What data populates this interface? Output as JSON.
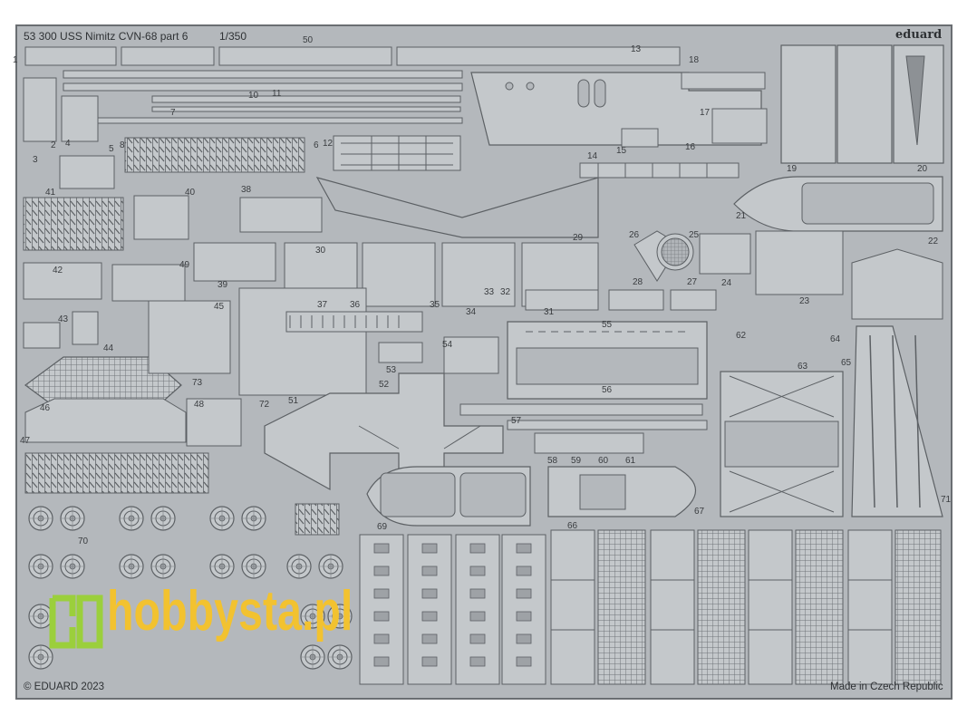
{
  "header": {
    "title": "53 300 USS Nimitz CVN-68 part 6",
    "scale": "1/350",
    "brand": "eduard"
  },
  "footer": {
    "copyright": "© EDUARD 2023",
    "origin": "Made in Czech Republic"
  },
  "watermark": {
    "text": "hobbysta.pl",
    "color": "#f2c230",
    "logo_color": "#9bcf3c"
  },
  "colors": {
    "fret": "#b4b8bc",
    "border": "#6a6e72",
    "part_fill": "#c4c8cb",
    "part_edge": "#5c6064"
  },
  "part_numbers": [
    "1",
    "2",
    "3",
    "4",
    "5",
    "6",
    "7",
    "8",
    "10",
    "11",
    "12",
    "13",
    "14",
    "15",
    "16",
    "17",
    "18",
    "19",
    "20",
    "21",
    "22",
    "23",
    "24",
    "25",
    "26",
    "27",
    "28",
    "29",
    "30",
    "31",
    "32",
    "33",
    "34",
    "35",
    "36",
    "37",
    "38",
    "39",
    "40",
    "41",
    "42",
    "43",
    "44",
    "45",
    "46",
    "47",
    "48",
    "49",
    "50",
    "51",
    "52",
    "53",
    "54",
    "55",
    "56",
    "57",
    "58",
    "59",
    "60",
    "61",
    "62",
    "63",
    "64",
    "65",
    "66",
    "67",
    "69",
    "70",
    "71",
    "72",
    "73"
  ]
}
